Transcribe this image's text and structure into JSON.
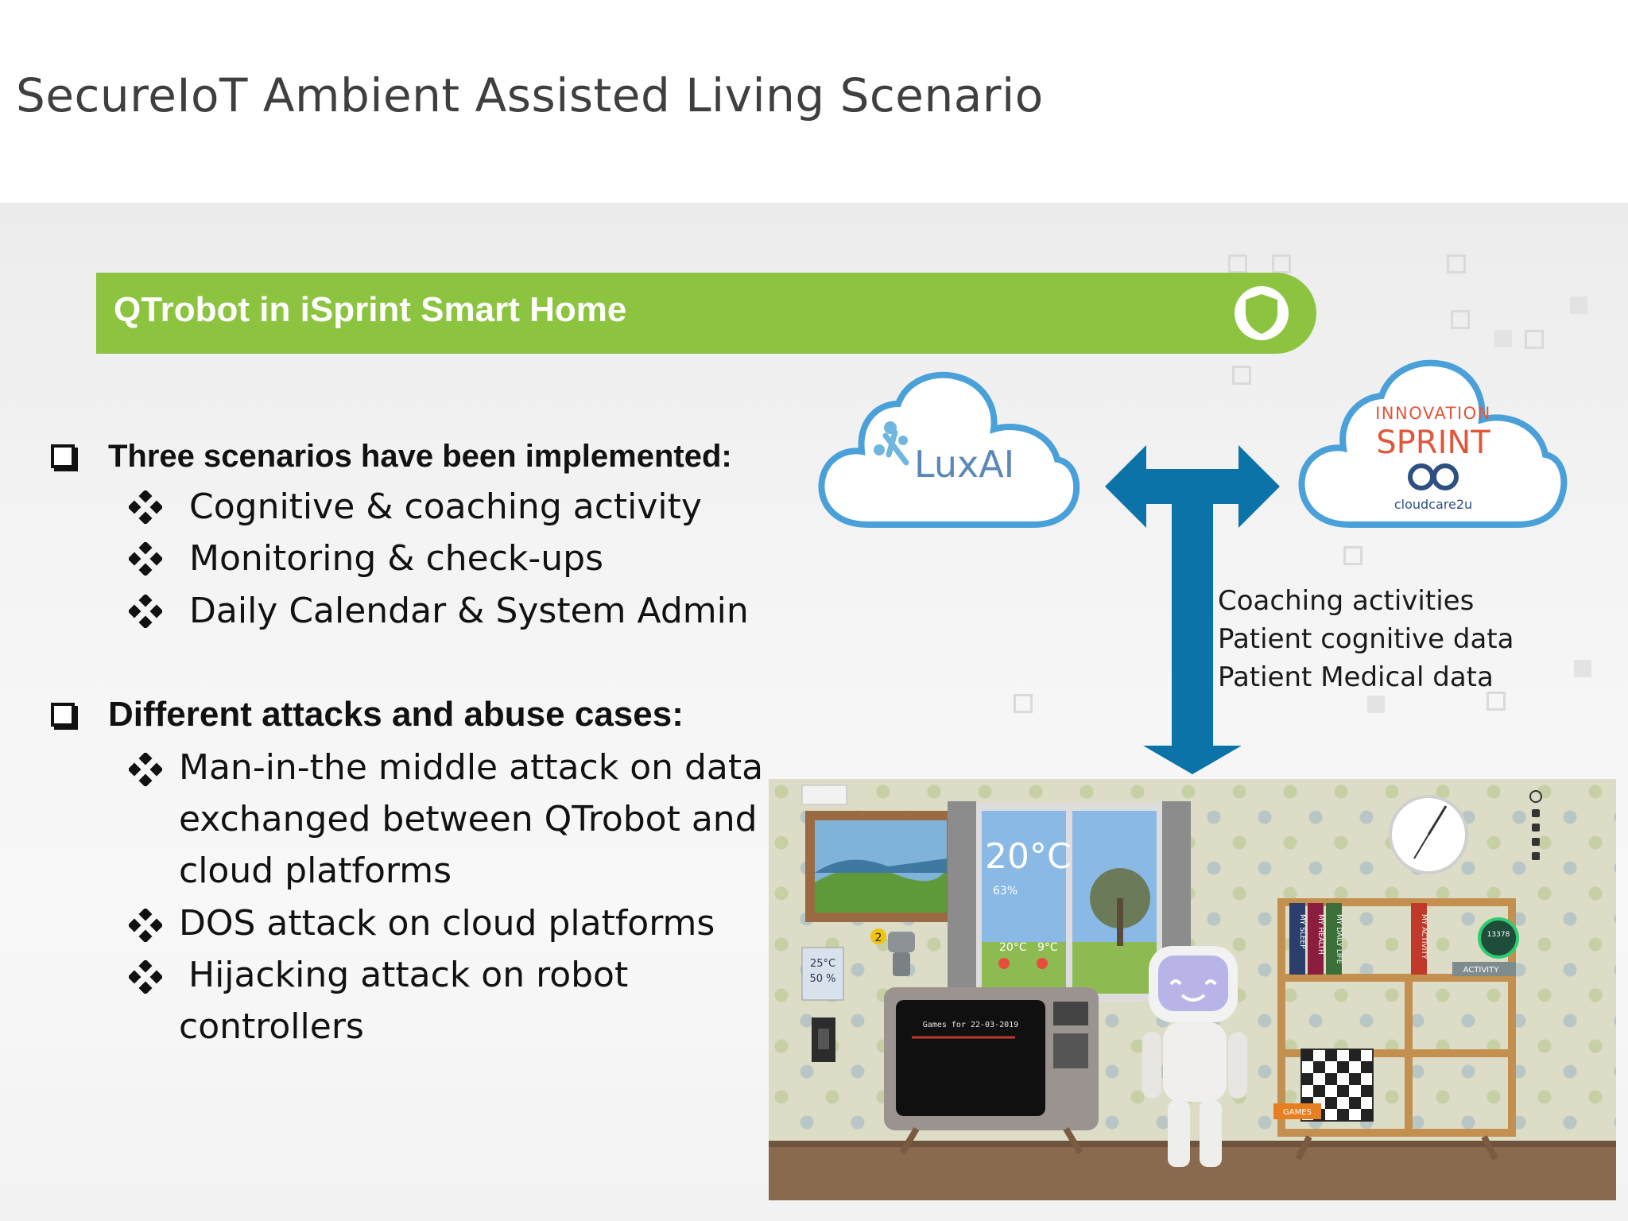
{
  "slide": {
    "title": "SecureIoT Ambient Assisted Living Scenario",
    "banner": {
      "label": "QTrobot in iSprint Smart Home",
      "icon": "shield-icon"
    },
    "colors": {
      "banner": "#8cc43f",
      "arrow": "#0b73a7",
      "cloud_outline": "#4aa0d8"
    },
    "sections": [
      {
        "heading": "Three scenarios have been implemented:",
        "items": [
          "Cognitive & coaching activity",
          "Monitoring & check-ups",
          "Daily Calendar & System Admin"
        ]
      },
      {
        "heading": "Different attacks and abuse cases:",
        "items": [
          [
            "Man-in-the middle attack on data",
            "exchanged between QTrobot and",
            "cloud platforms"
          ],
          [
            "DOS attack on cloud platforms"
          ],
          [
            "Hijacking attack on robot",
            "controllers"
          ]
        ]
      }
    ],
    "clouds": {
      "left": {
        "label": "LuxAI"
      },
      "right": {
        "line1": "INNOVATION",
        "line2": "SPRINT",
        "line3": "cloudcare2u"
      }
    },
    "data_flow": [
      "Coaching activities",
      "Patient cognitive data",
      "Patient Medical data"
    ],
    "room": {
      "weather_temp": "20°C",
      "humidity": "63%",
      "forecast": [
        "20°C",
        "9°C"
      ],
      "tv_text": "Games for 22-03-2019",
      "thermostat": [
        "25°C",
        "50 %"
      ],
      "books": [
        "MY SLEEP",
        "MY HEALTH",
        "MY DAILY LIFE",
        "MY ACTIVITY"
      ],
      "steps": "13378",
      "activity_label": "ACTIVITY",
      "games_label": "GAMES",
      "badge": "2"
    }
  }
}
